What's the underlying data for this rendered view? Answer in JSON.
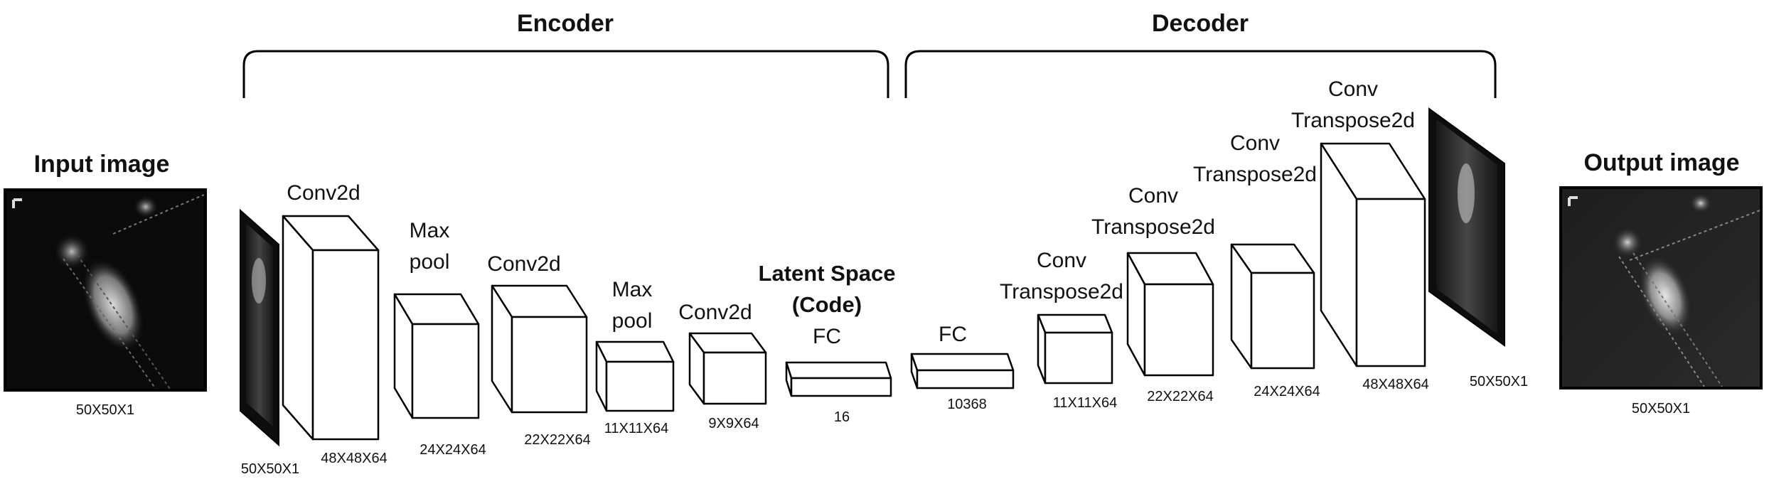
{
  "sections": {
    "encoder": "Encoder",
    "decoder": "Decoder"
  },
  "input": {
    "title": "Input image",
    "dim": "50X50X1"
  },
  "output": {
    "title": "Output image",
    "dim": "50X50X1"
  },
  "encoder_layers": [
    {
      "label": "",
      "dim": "50X50X1"
    },
    {
      "label": "Conv2d",
      "dim": "48X48X64"
    },
    {
      "label": "Max\npool",
      "dim": "24X24X64"
    },
    {
      "label": "Conv2d",
      "dim": "22X22X64"
    },
    {
      "label": "Max\npool",
      "dim": "11X11X64"
    },
    {
      "label": "Conv2d",
      "dim": "9X9X64"
    }
  ],
  "latent": {
    "title": "Latent Space\n(Code)",
    "label": "FC",
    "dim": "16"
  },
  "decoder_layers": [
    {
      "label": "FC",
      "dim": "10368"
    },
    {
      "label": "Conv\nTranspose2d",
      "dim": "11X11X64"
    },
    {
      "label": "Conv\nTranspose2d",
      "dim": "22X22X64"
    },
    {
      "label": "Conv\nTranspose2d",
      "dim": "24X24X64"
    },
    {
      "label": "Conv\nTranspose2d",
      "dim": "48X48X64"
    },
    {
      "label": "",
      "dim": "50X50X1"
    }
  ],
  "colors": {
    "stroke": "#000000",
    "box_fill": "#ffffff",
    "image_bg": "#050505"
  }
}
